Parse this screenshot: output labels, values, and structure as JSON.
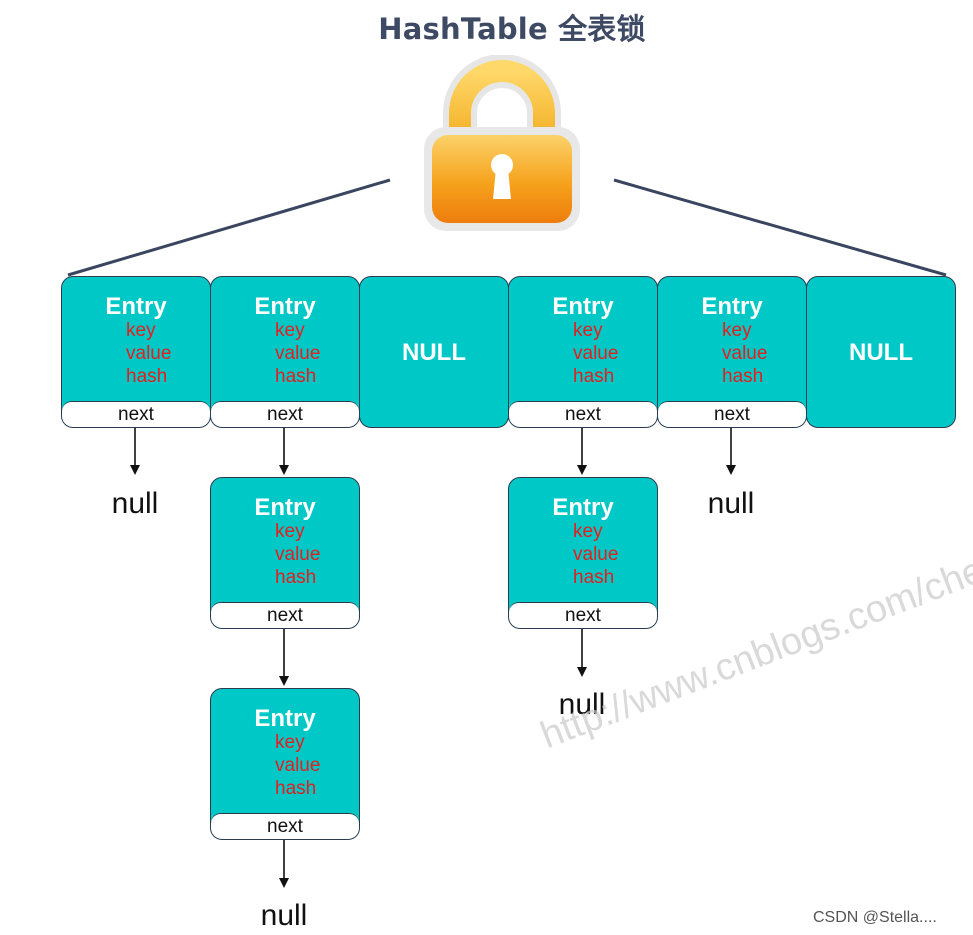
{
  "title": "HashTable 全表锁",
  "entry": {
    "title": "Entry",
    "fields": [
      "key",
      "value",
      "hash"
    ],
    "next": "next"
  },
  "null_bucket_label": "NULL",
  "null_terminal": "null",
  "watermark": "http://www.cnblogs.com/chen",
  "credit": "CSDN @Stella....",
  "colors": {
    "node_fill": "#00c8c6",
    "field_text": "#e22020",
    "title_text": "#3e4a63",
    "lock_body": "#f49a12",
    "lock_shackle": "#c9c9c9"
  },
  "icons": {
    "lock": "padlock-icon"
  }
}
